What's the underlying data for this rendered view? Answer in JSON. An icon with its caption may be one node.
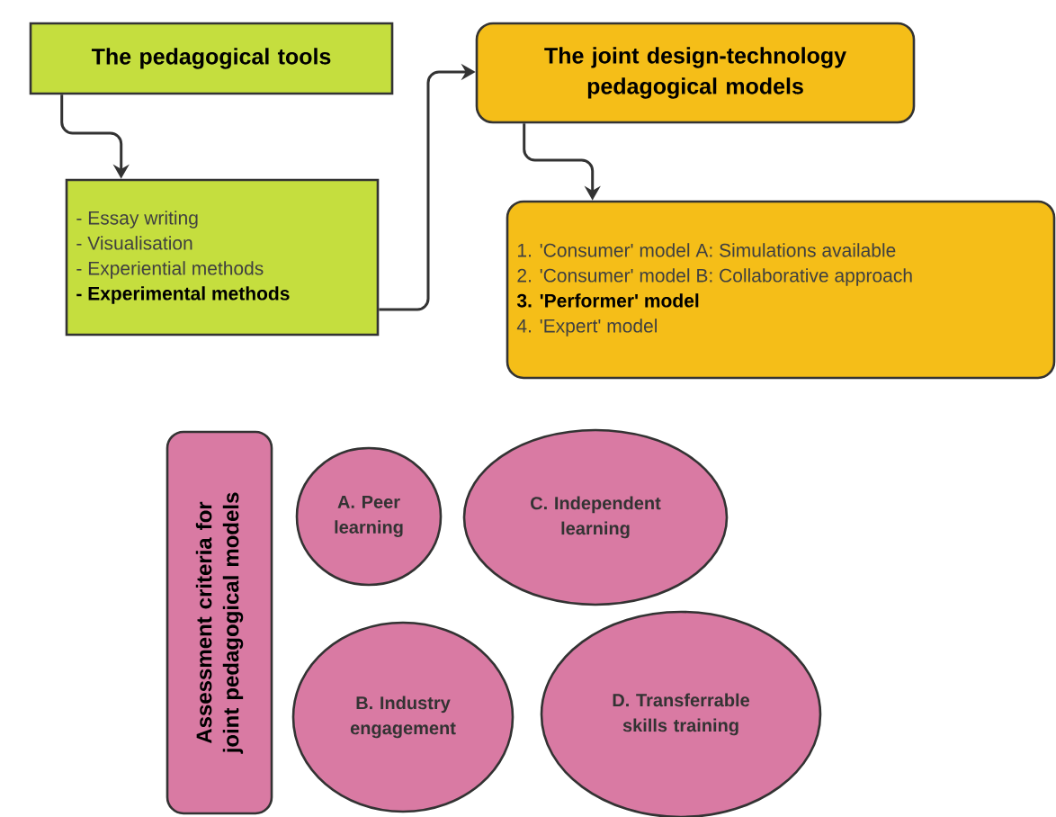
{
  "diagram": {
    "nodes": [
      {
        "text": [
          "The pedagogical tools"
        ]
      },
      {
        "text": [
          "- Essay writing",
          "- Visualisation",
          "- Experiential methods",
          "- Experimental methods"
        ]
      },
      {
        "text": [
          "The joint design-technology pedagogical models"
        ]
      },
      {
        "text": [
          "1. 'Consumer' model A: Simulations available",
          "2. 'Consumer' model B: Collaborative approach",
          "3. 'Performer' model",
          "4. 'Expert' model"
        ]
      },
      {
        "text": [
          "Assessment criteria for joint pedagogical models"
        ]
      },
      {
        "text": [
          "A. Peer learning"
        ]
      },
      {
        "text": [
          "C. Independent learning"
        ]
      },
      {
        "text": [
          "B. Industry engagement"
        ]
      },
      {
        "text": [
          "D. Transferrable skills training"
        ]
      }
    ],
    "edges": [
      {
        "from": 0,
        "to": 1,
        "arrow": "to"
      },
      {
        "from": 1,
        "to": 2,
        "arrow": "to"
      },
      {
        "from": 2,
        "to": 3,
        "arrow": "to"
      }
    ]
  }
}
